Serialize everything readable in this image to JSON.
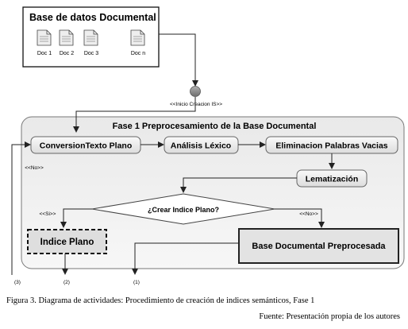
{
  "database": {
    "title": "Base de datos Documental",
    "docs": [
      "Doc 1",
      "Doc 2",
      "Doc 3",
      "Doc n"
    ]
  },
  "start_label": "<<Inicio Creacion IS>>",
  "phase": {
    "title": "Fase 1 Preprocesamiento de la Base Documental",
    "steps": {
      "conversion": "ConversionTexto Plano",
      "lexical": "Análisis Léxico",
      "stopwords": "Eliminacion Palabras Vacias",
      "lemmatization": "Lematización"
    },
    "decision": "¿Crear Indice Plano?",
    "guards": {
      "no_loop": "<<No>>",
      "yes": "<<Si>>",
      "no": "<<No>>"
    },
    "flat_index": "Indice Plano",
    "output": "Base Documental Preprocesada"
  },
  "exits": [
    "(3)",
    "(2)",
    "(1)"
  ],
  "caption": "Figura 3. Diagrama de actividades: Procedimiento de creación de indices semánticos, Fase 1",
  "source": "Fuente: Presentación propia de los autores"
}
